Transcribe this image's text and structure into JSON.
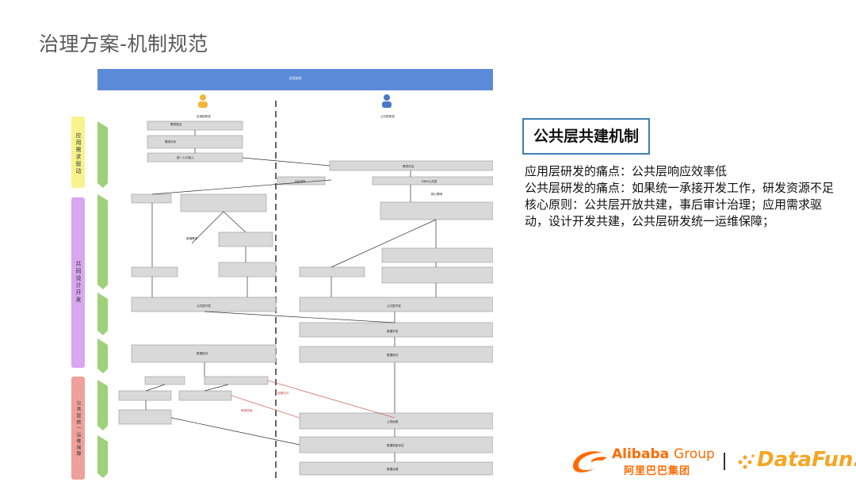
{
  "title": "治理方案-机制规范",
  "flow_header": "治理流程",
  "roles": {
    "left": "应用层研发",
    "right": "公共层研发"
  },
  "phases": [
    {
      "label": "应用需求驱动",
      "color": "#f8f38c"
    },
    {
      "label": "共同设计开发",
      "color": "#d9a6f0"
    },
    {
      "label": "公共层统一运维保障",
      "color": "#f0a09a"
    }
  ],
  "nodes": [
    "需求提出",
    "需求分析",
    "数据开发",
    "统一入口接入",
    "需求评估",
    "DW自有",
    "DWS公共层",
    "公共层开发",
    "数据测试",
    "上线运维",
    "数据质量评估",
    "数据治理"
  ],
  "edge_labels": [
    "新增需求",
    "核心需求",
    "延期交付",
    "审批驳回"
  ],
  "box_title": "公共层共建机制",
  "desc": [
    "应用层研发的痛点：公共层响应效率低",
    "公共层研发的痛点：如果统一承接开发工作，研发资源不足",
    "核心原则：公共层开放共建，事后审计治理；应用需求驱动，设计开发共建，公共层研发统一运维保障；"
  ],
  "logo": {
    "alibaba_en": "Alibaba",
    "alibaba_group": "Group",
    "alibaba_cn": "阿里巴巴集团",
    "datafun": "DataFun."
  },
  "colors": {
    "header": "#5b8ad9",
    "accent": "#ff6a00",
    "datafun": "#f5a623",
    "box_border": "#3e7fb0"
  }
}
